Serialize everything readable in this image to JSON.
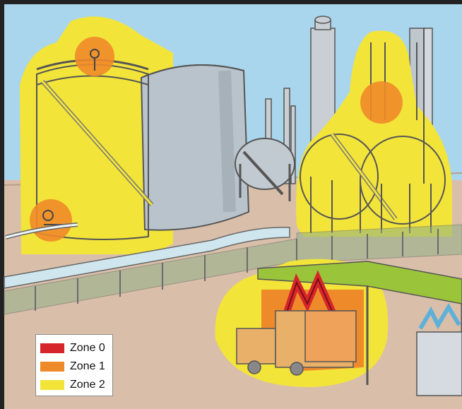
{
  "legend": {
    "items": [
      {
        "label": "Zone 0",
        "color": "#d7262b"
      },
      {
        "label": "Zone 1",
        "color": "#ef8a2a"
      },
      {
        "label": "Zone 2",
        "color": "#f3e43a"
      }
    ]
  },
  "colors": {
    "sky": "#a9d6ec",
    "ground": "#d9bfa9",
    "zone0": "#d7262b",
    "zone1": "#ef8a2a",
    "zone2": "#f3e43a",
    "pipe": "#cfe6ee",
    "grass": "#9ac43a",
    "steel": "#b9c3cb",
    "outline": "#444444"
  }
}
